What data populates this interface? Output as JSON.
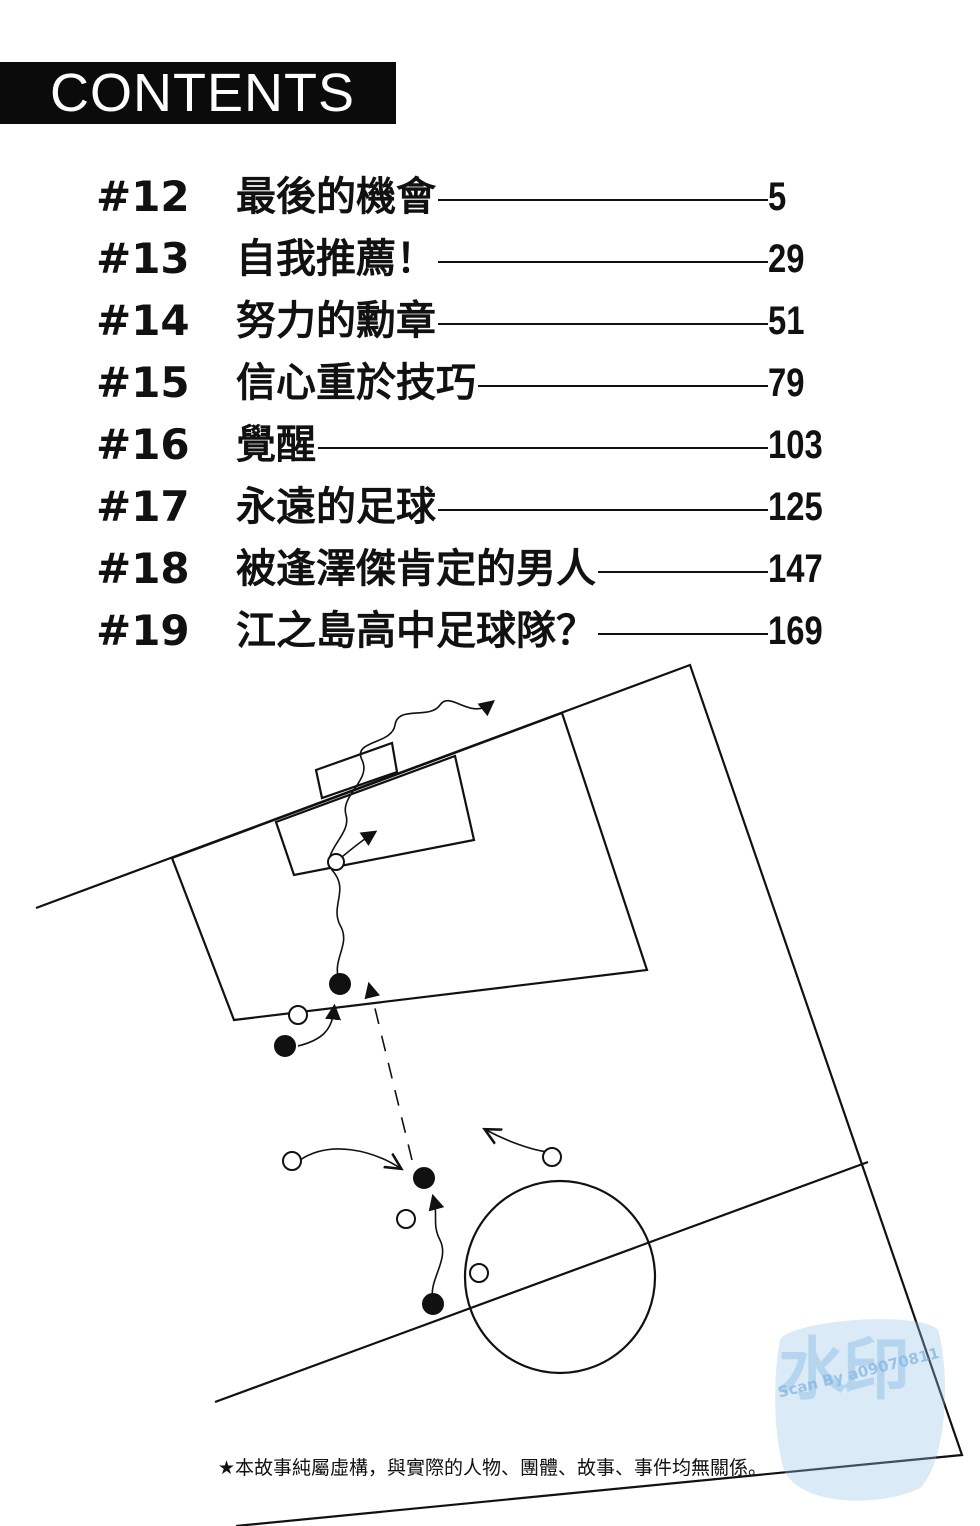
{
  "header": {
    "title": "CONTENTS"
  },
  "toc": [
    {
      "num": "#12",
      "title": "最後的機會",
      "page": "5"
    },
    {
      "num": "#13",
      "title": "自我推薦！",
      "page": "29"
    },
    {
      "num": "#14",
      "title": "努力的勳章",
      "page": "51"
    },
    {
      "num": "#15",
      "title": "信心重於技巧",
      "page": "79"
    },
    {
      "num": "#16",
      "title": "覺醒",
      "page": "103"
    },
    {
      "num": "#17",
      "title": "永遠的足球",
      "page": "125"
    },
    {
      "num": "#18",
      "title": "被逢澤傑肯定的男人",
      "page": "147"
    },
    {
      "num": "#19",
      "title": "江之島高中足球隊？",
      "page": "169"
    }
  ],
  "disclaimer": "★本故事純屬虛構，與實際的人物、團體、故事、事件均無關係。",
  "watermark": {
    "big": "水印",
    "scan": "Scan By a09070811"
  },
  "colors": {
    "ink": "#111111",
    "banner": "#0b0b0b",
    "watermark": "#96c3e6"
  }
}
